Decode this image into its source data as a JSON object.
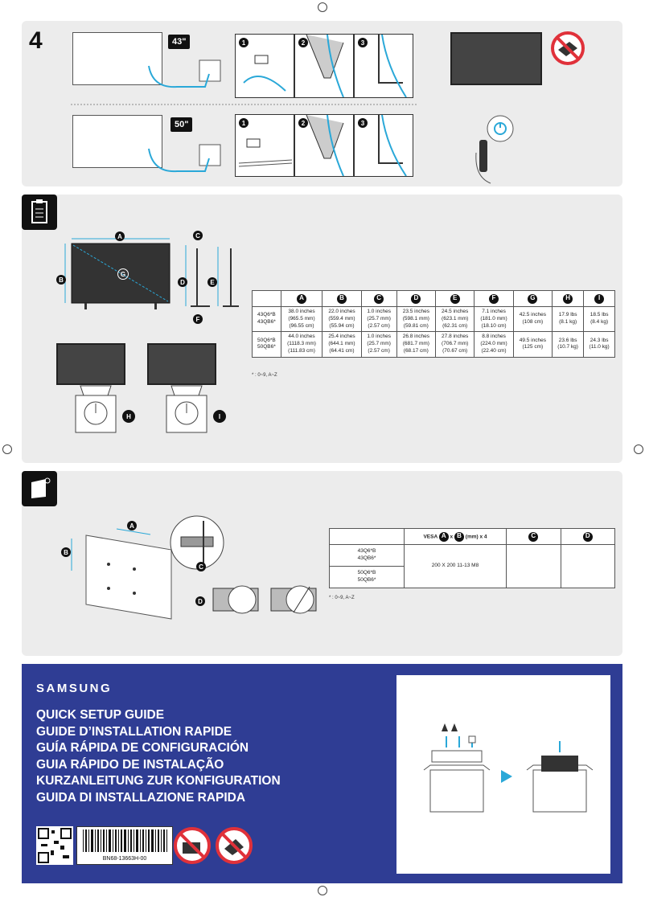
{
  "step": {
    "number": "4"
  },
  "sizes": {
    "size_43": "43\"",
    "size_50": "50\""
  },
  "cable_steps": [
    "1",
    "2",
    "3"
  ],
  "dimensions": {
    "letters": [
      "A",
      "B",
      "C",
      "D",
      "E",
      "F",
      "G",
      "H",
      "I"
    ],
    "rows": [
      {
        "models": [
          "43Q6*B",
          "43QB6*"
        ],
        "cells": [
          [
            "38.0 inches",
            "(965.5 mm)",
            "(96.55 cm)"
          ],
          [
            "22.0 inches",
            "(559.4 mm)",
            "(55.94 cm)"
          ],
          [
            "1.0 inches",
            "(25.7 mm)",
            "(2.57 cm)"
          ],
          [
            "23.5 inches",
            "(598.1 mm)",
            "(59.81 cm)"
          ],
          [
            "24.5 inches",
            "(623.1 mm)",
            "(62.31 cm)"
          ],
          [
            "7.1 inches",
            "(181.0 mm)",
            "(18.10 cm)"
          ],
          [
            "42.5 inches",
            "(108 cm)"
          ],
          [
            "17.9 lbs",
            "(8.1 kg)"
          ],
          [
            "18.5 lbs",
            "(8.4 kg)"
          ]
        ]
      },
      {
        "models": [
          "50Q6*B",
          "50QB6*"
        ],
        "cells": [
          [
            "44.0 inches",
            "(1118.3 mm)",
            "(111.83 cm)"
          ],
          [
            "25.4 inches",
            "(644.1 mm)",
            "(64.41 cm)"
          ],
          [
            "1.0 inches",
            "(25.7 mm)",
            "(2.57 cm)"
          ],
          [
            "26.8 inches",
            "(681.7 mm)",
            "(68.17 cm)"
          ],
          [
            "27.8 inches",
            "(706.7 mm)",
            "(70.67 cm)"
          ],
          [
            "8.8 inches",
            "(224.0 mm)",
            "(22.40 cm)"
          ],
          [
            "49.5 inches",
            "(125 cm)"
          ],
          [
            "23.6 lbs",
            "(10.7 kg)"
          ],
          [
            "24.3 lbs",
            "(11.0 kg)"
          ]
        ]
      }
    ],
    "footnote": "* : 0~9, A~Z"
  },
  "wall_mount": {
    "vesa_label": "VESA",
    "vesa_unit": "(mm) x 4",
    "col_c": "C",
    "col_d": "D",
    "models": [
      "43Q6*B",
      "43QB6*",
      "50Q6*B",
      "50QB6*"
    ],
    "vesa_value": "200 X 200 11-13 M8",
    "footnote": "* : 0~9, A~Z"
  },
  "cover": {
    "brand": "SAMSUNG",
    "titles": [
      "QUICK SETUP GUIDE",
      "GUIDE D’INSTALLATION RAPIDE",
      "GUÍA RÁPIDA DE CONFIGURACIÓN",
      "GUIA RÁPIDO DE INSTALAÇÃO",
      "KURZANLEITUNG ZUR KONFIGURATION",
      "GUIDA DI INSTALLAZIONE RAPIDA"
    ],
    "part_number": "BN68-13663H-00"
  },
  "colors": {
    "blue": "#2f3d94",
    "panel": "#ececec",
    "prohibit": "#e0313a"
  }
}
